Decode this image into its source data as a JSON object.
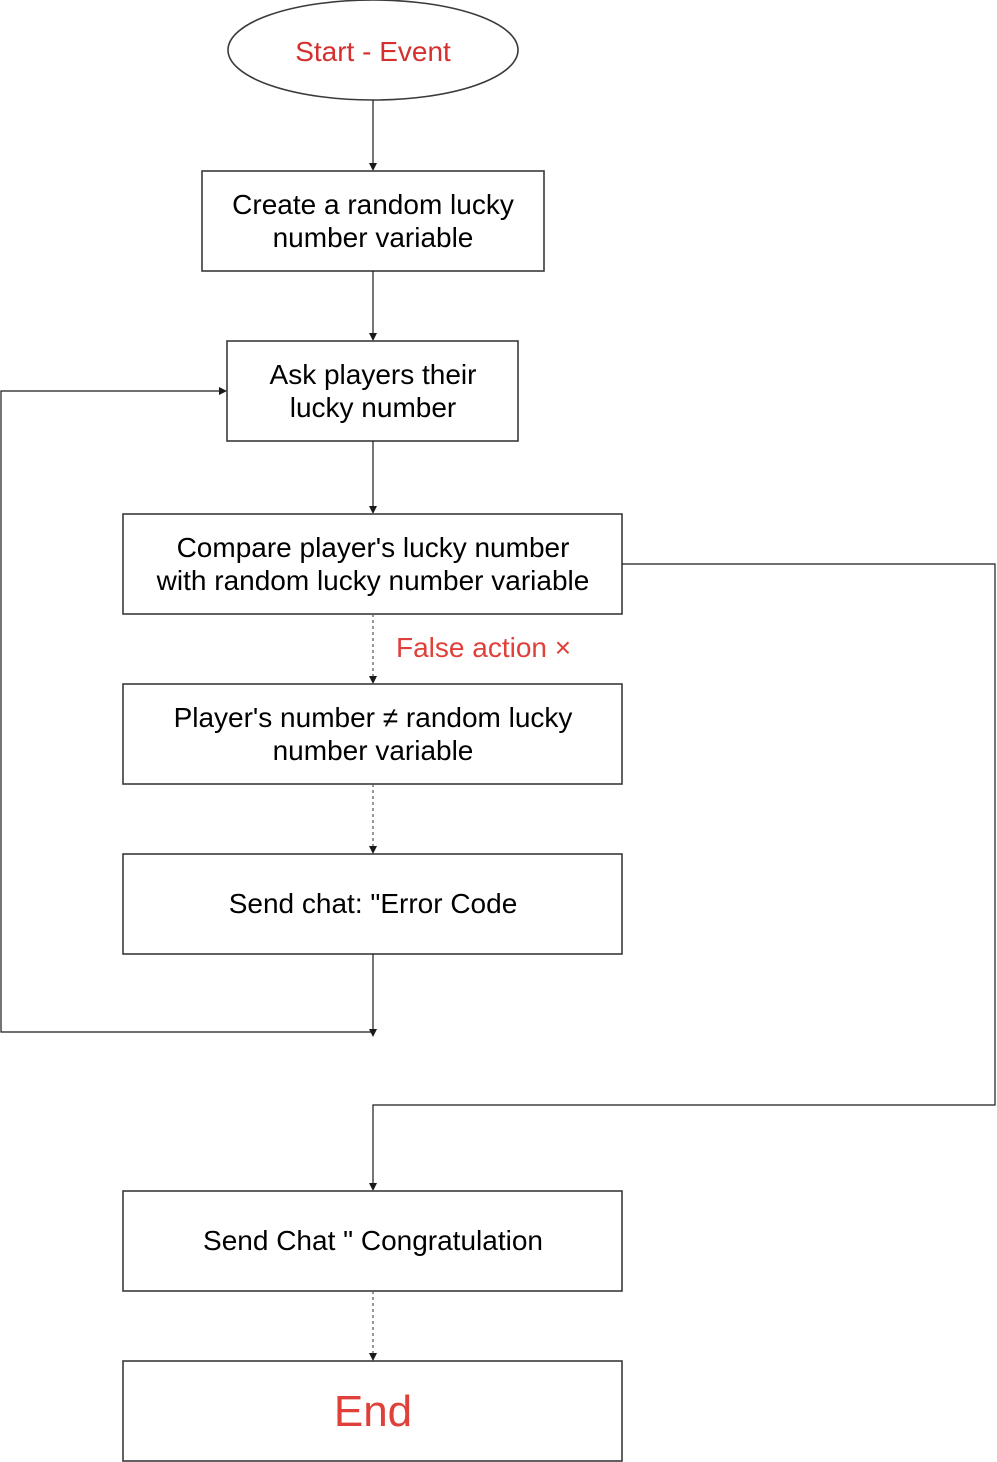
{
  "colors": {
    "accent_red": "#d3302f",
    "false_red": "#e0403a",
    "stroke": "#3a3a3a",
    "text": "#000000"
  },
  "nodes": {
    "start": {
      "label": "Start - Event"
    },
    "create_var": {
      "line1": "Create a random lucky",
      "line2": "number variable"
    },
    "ask": {
      "line1": "Ask players their",
      "line2": "lucky number"
    },
    "compare": {
      "line1": "Compare player's lucky number",
      "line2": "with random lucky number variable"
    },
    "not_equal": {
      "line1": "Player's number ≠ random lucky",
      "line2": "number variable"
    },
    "error_chat": {
      "label": "Send chat: \"Error Code"
    },
    "congrats_chat": {
      "label": "Send Chat \" Congratulation"
    },
    "end": {
      "label": "End"
    }
  },
  "edges": {
    "false_label": "False action ×"
  }
}
